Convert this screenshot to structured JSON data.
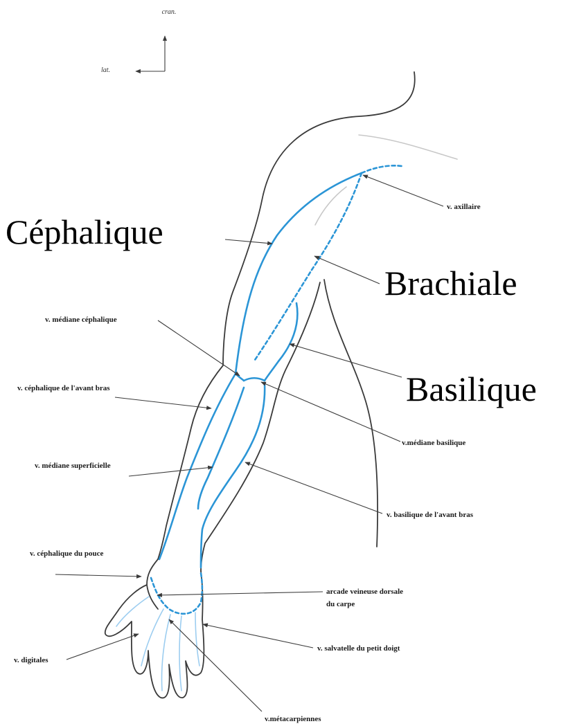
{
  "orientation": {
    "cranial": "cran.",
    "lateral": "lat."
  },
  "labels": {
    "cephalique": "Céphalique",
    "brachiale": "Brachiale",
    "basilique": "Basilique",
    "axillaire": "v. axillaire",
    "mediane_cephalique": "v. médiane céphalique",
    "cephalique_avant_bras": "v. céphalique de l'avant bras",
    "mediane_basilique": "v.médiane basilique",
    "mediane_superficielle": "v. médiane superficielle",
    "basilique_avant_bras": "v. basilique de l'avant bras",
    "cephalique_pouce": "v. céphalique du pouce",
    "arcade_line1": "arcade veineuse dorsale",
    "arcade_line2": "du carpe",
    "salvatelle": "v. salvatelle du petit doigt",
    "digitales": "v. digitales",
    "metacarpiennes": "v.métacarpiennes"
  },
  "colors": {
    "vein": "#2b95d6",
    "vein_light": "#9ccdf0",
    "outline": "#3a3a3a"
  }
}
